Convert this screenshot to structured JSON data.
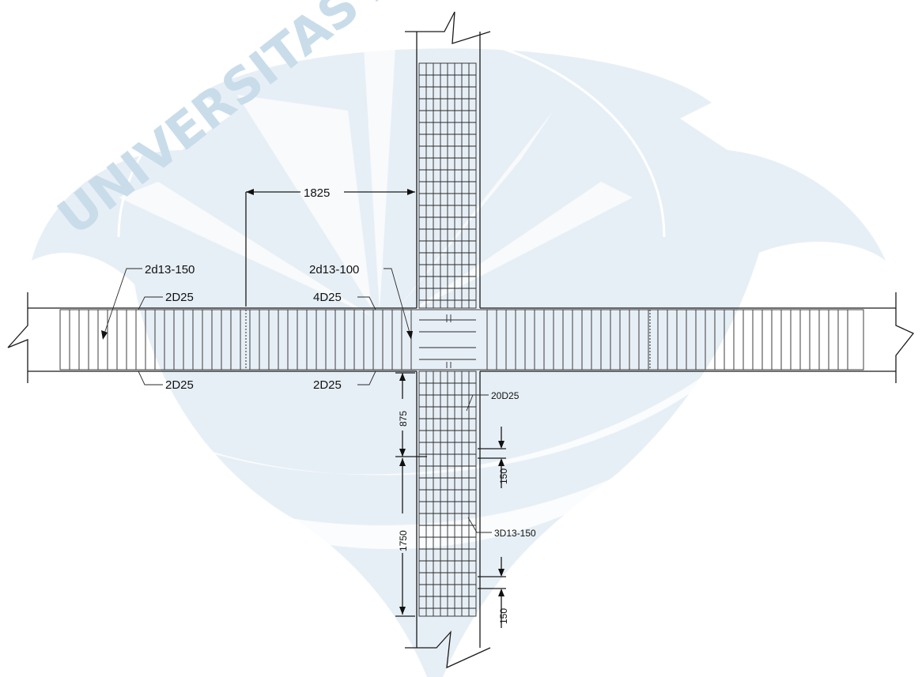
{
  "watermark": {
    "text": "UNIVERSITAS ATMA JAYA YOGYAKARTA",
    "color": "#c9dcea"
  },
  "labels": {
    "dim_top": "1825",
    "stirrup_left": "2d13-150",
    "stirrup_joint": "2d13-100",
    "top_bar_left": "2D25",
    "top_bar_mid": "4D25",
    "bot_bar_left": "2D25",
    "bot_bar_mid": "2D25",
    "col_bars": "20D25",
    "col_ties": "3D13-150",
    "dim_875": "875",
    "dim_1750": "1750",
    "dim_150_a": "150",
    "dim_150_b": "150"
  },
  "colors": {
    "line": "#1a1a1a",
    "background": "#ffffff"
  }
}
